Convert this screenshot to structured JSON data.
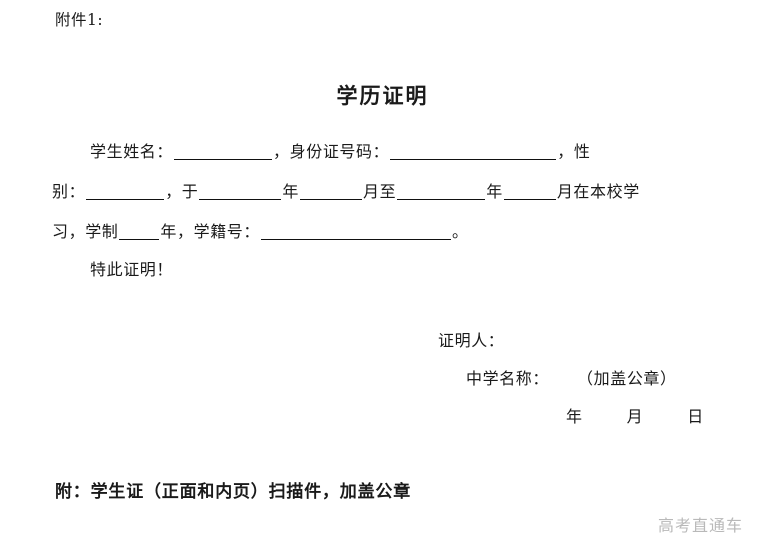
{
  "document": {
    "attachment_label": "附件1:",
    "title": "学历证明",
    "body": {
      "line1": {
        "seg1": "学生姓名：",
        "seg2": "，身份证号码：",
        "seg3": "，性"
      },
      "line2": {
        "seg1": "别：",
        "seg2": "，于",
        "seg3": "年",
        "seg4": "月至",
        "seg5": "年",
        "seg6": "月在本校学"
      },
      "line3": {
        "seg1": "习，学制",
        "seg2": "年，学籍号：",
        "seg3": "。"
      },
      "certify": "特此证明！"
    },
    "signature": {
      "certifier_label": "证明人：",
      "school_label": "中学名称：",
      "seal_note": "（加盖公章）",
      "date_year": "年",
      "date_month": "月",
      "date_day": "日"
    },
    "footnote": "附：学生证（正面和内页）扫描件，加盖公章",
    "watermark": "高考直通车"
  }
}
